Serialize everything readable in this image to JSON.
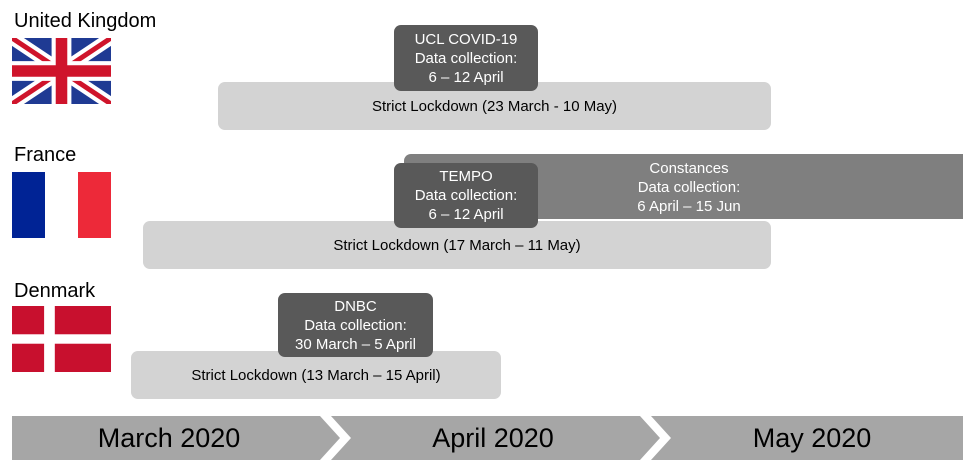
{
  "countries": {
    "uk": {
      "name": "United Kingdom",
      "lockdown": "Strict Lockdown (23 March - 10 May)",
      "study": [
        "UCL COVID-19",
        "Data collection:",
        "6 – 12 April"
      ]
    },
    "france": {
      "name": "France",
      "lockdown": "Strict Lockdown (17 March – 11 May)",
      "study": [
        "TEMPO",
        "Data collection:",
        "6 – 12 April"
      ],
      "study2": [
        "Constances",
        "Data collection:",
        "6 April – 15 Jun"
      ]
    },
    "denmark": {
      "name": "Denmark",
      "lockdown": "Strict Lockdown (13 March – 15 April)",
      "study": [
        "DNBC",
        "Data collection:",
        "30 March – 5 April"
      ]
    }
  },
  "timeline": {
    "months": [
      "March 2020",
      "April 2020",
      "May 2020"
    ]
  },
  "colors": {
    "lockdown": "#d3d3d3",
    "collection": "#595959",
    "constances": "#7f7f7f",
    "timeline": "#a6a6a6",
    "uk_blue": "#1f3a93",
    "uk_red": "#cf142b",
    "fr_blue": "#002395",
    "fr_red": "#ed2939",
    "dk_red": "#c8102e"
  }
}
